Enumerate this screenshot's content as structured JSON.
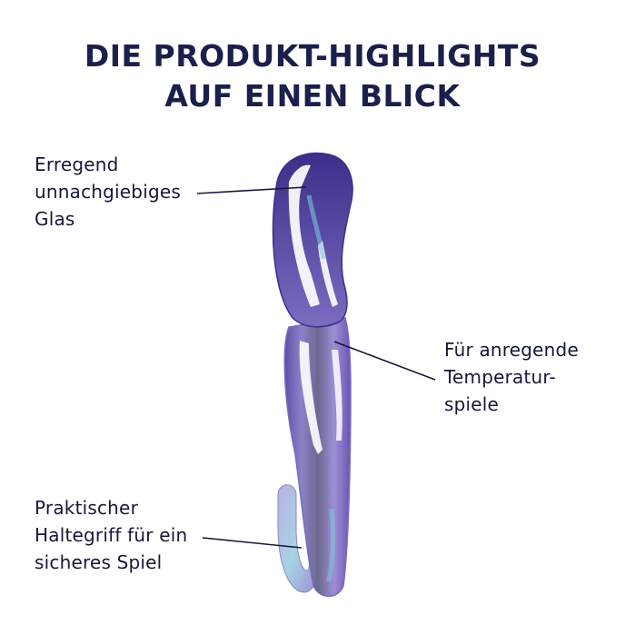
{
  "title": {
    "line1": "DIE PRODUKT-HIGHLIGHTS",
    "line2": "AUF EINEN BLICK"
  },
  "colors": {
    "title": "#1b1f4b",
    "text": "#141838",
    "glass_dark": "#4a3f8f",
    "glass_mid": "#8a7cc4",
    "glass_light": "#c8c4ec",
    "highlight_teal": "#7fc3d6",
    "leader_line": "#141838"
  },
  "highlights": [
    {
      "lines": [
        "Erregend",
        "unnachgiebiges",
        "Glas"
      ]
    },
    {
      "lines": [
        "Für anregende",
        "Temperatur-",
        "spiele"
      ]
    },
    {
      "lines": [
        "Praktischer",
        "Haltegriff für ein",
        "sicheres Spiel"
      ]
    }
  ]
}
